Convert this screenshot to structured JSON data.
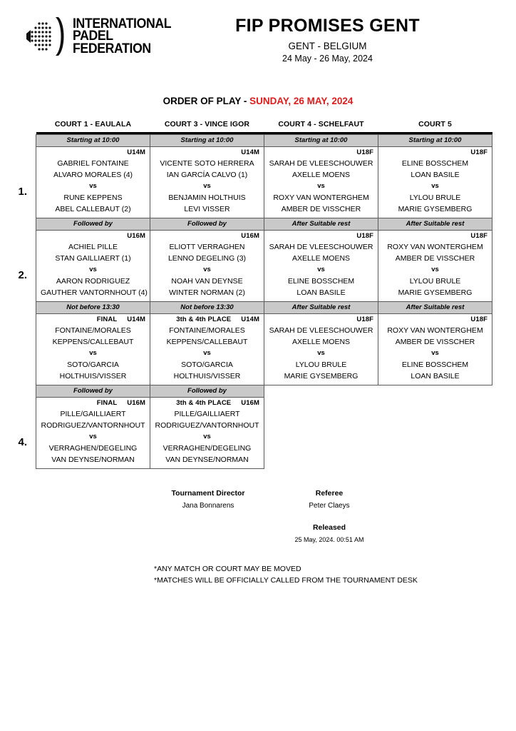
{
  "logo": {
    "icon": "padel-racket-icon",
    "line1": "INTERNATIONAL",
    "line2": "PADEL",
    "line3": "FEDERATION"
  },
  "header": {
    "title": "FIP PROMISES GENT",
    "location": "GENT - BELGIUM",
    "dates": "24 May - 26 May, 2024"
  },
  "order_of_play": {
    "prefix": "ORDER OF PLAY - ",
    "day": "SUNDAY, 26 MAY, 2024",
    "day_color": "#e01b1b"
  },
  "columns": [
    "COURT 1 - EAULALA",
    "COURT 3 - VINCE IGOR",
    "COURT 4 - SCHELFAUT",
    "COURT 5"
  ],
  "rows": [
    {
      "number": "1.",
      "cells": [
        {
          "time": "Starting at 10:00",
          "stage": "",
          "category": "U14M",
          "team1": [
            "GABRIEL FONTAINE",
            "ALVARO MORALES (4)"
          ],
          "vs": "vs",
          "team2": [
            "RUNE KEPPENS",
            "ABEL CALLEBAUT (2)"
          ]
        },
        {
          "time": "Starting at 10:00",
          "stage": "",
          "category": "U14M",
          "team1": [
            "VICENTE SOTO HERRERA",
            "IAN GARCÍA CALVO (1)"
          ],
          "vs": "vs",
          "team2": [
            "BENJAMIN HOLTHUIS",
            "LEVI VISSER"
          ]
        },
        {
          "time": "Starting at 10:00",
          "stage": "",
          "category": "U18F",
          "team1": [
            "SARAH DE VLEESCHOUWER",
            "AXELLE MOENS"
          ],
          "vs": "vs",
          "team2": [
            "ROXY VAN WONTERGHEM",
            "AMBER DE VISSCHER"
          ]
        },
        {
          "time": "Starting at 10:00",
          "stage": "",
          "category": "U18F",
          "team1": [
            "ELINE BOSSCHEM",
            "LOAN BASILE"
          ],
          "vs": "vs",
          "team2": [
            "LYLOU BRULE",
            "MARIE GYSEMBERG"
          ]
        }
      ]
    },
    {
      "number": "2.",
      "cells": [
        {
          "time": "Followed by",
          "stage": "",
          "category": "U16M",
          "team1": [
            "ACHIEL PILLE",
            "STAN GAILLIAERT (1)"
          ],
          "vs": "vs",
          "team2": [
            "AARON RODRIGUEZ",
            "GAUTHER VANTORNHOUT (4)"
          ]
        },
        {
          "time": "Followed by",
          "stage": "",
          "category": "U16M",
          "team1": [
            "ELIOTT VERRAGHEN",
            "LENNO DEGELING (3)"
          ],
          "vs": "vs",
          "team2": [
            "NOAH VAN DEYNSE",
            "WINTER NORMAN (2)"
          ]
        },
        {
          "time": "After Suitable rest",
          "stage": "",
          "category": "U18F",
          "team1": [
            "SARAH DE VLEESCHOUWER",
            "AXELLE MOENS"
          ],
          "vs": "vs",
          "team2": [
            "ELINE BOSSCHEM",
            "LOAN BASILE"
          ]
        },
        {
          "time": "After Suitable rest",
          "stage": "",
          "category": "U18F",
          "team1": [
            "ROXY VAN WONTERGHEM",
            "AMBER DE VISSCHER"
          ],
          "vs": "vs",
          "team2": [
            "LYLOU BRULE",
            "MARIE GYSEMBERG"
          ]
        }
      ]
    },
    {
      "number": "",
      "cells": [
        {
          "time": "Not before 13:30",
          "stage": "FINAL",
          "category": "U14M",
          "team1": [
            "FONTAINE/MORALES",
            "KEPPENS/CALLEBAUT"
          ],
          "vs": "vs",
          "team2": [
            "SOTO/GARCIA",
            "HOLTHUIS/VISSER"
          ]
        },
        {
          "time": "Not before 13:30",
          "stage": "3th & 4th PLACE",
          "category": "U14M",
          "team1": [
            "FONTAINE/MORALES",
            "KEPPENS/CALLEBAUT"
          ],
          "vs": "vs",
          "team2": [
            "SOTO/GARCIA",
            "HOLTHUIS/VISSER"
          ]
        },
        {
          "time": "After Suitable rest",
          "stage": "",
          "category": "U18F",
          "team1": [
            "SARAH DE VLEESCHOUWER",
            "AXELLE MOENS"
          ],
          "vs": "vs",
          "team2": [
            "LYLOU BRULE",
            "MARIE GYSEMBERG"
          ]
        },
        {
          "time": "After Suitable rest",
          "stage": "",
          "category": "U18F",
          "team1": [
            "ROXY VAN WONTERGHEM",
            "AMBER DE VISSCHER"
          ],
          "vs": "vs",
          "team2": [
            "ELINE BOSSCHEM",
            "LOAN BASILE"
          ]
        }
      ]
    },
    {
      "number": "4.",
      "cells": [
        {
          "time": "Followed by",
          "stage": "FINAL",
          "category": "U16M",
          "team1": [
            "PILLE/GAILLIAERT",
            "RODRIGUEZ/VANTORNHOUT"
          ],
          "vs": "vs",
          "team2": [
            "VERRAGHEN/DEGELING",
            "VAN DEYNSE/NORMAN"
          ]
        },
        {
          "time": "Followed by",
          "stage": "3th & 4th PLACE",
          "category": "U16M",
          "team1": [
            "PILLE/GAILLIAERT",
            "RODRIGUEZ/VANTORNHOUT"
          ],
          "vs": "vs",
          "team2": [
            "VERRAGHEN/DEGELING",
            "VAN DEYNSE/NORMAN"
          ]
        },
        null,
        null
      ]
    }
  ],
  "footer": {
    "tournament_director_role": "Tournament Director",
    "tournament_director_name": "Jana Bonnarens",
    "referee_role": "Referee",
    "referee_name": "Peter Claeys",
    "released_role": "Released",
    "released_time": "25 May, 2024. 00:51 AM",
    "note1": "*ANY MATCH OR COURT MAY BE MOVED",
    "note2": "*MATCHES WILL BE OFFICIALLY CALLED FROM THE TOURNAMENT DESK"
  }
}
